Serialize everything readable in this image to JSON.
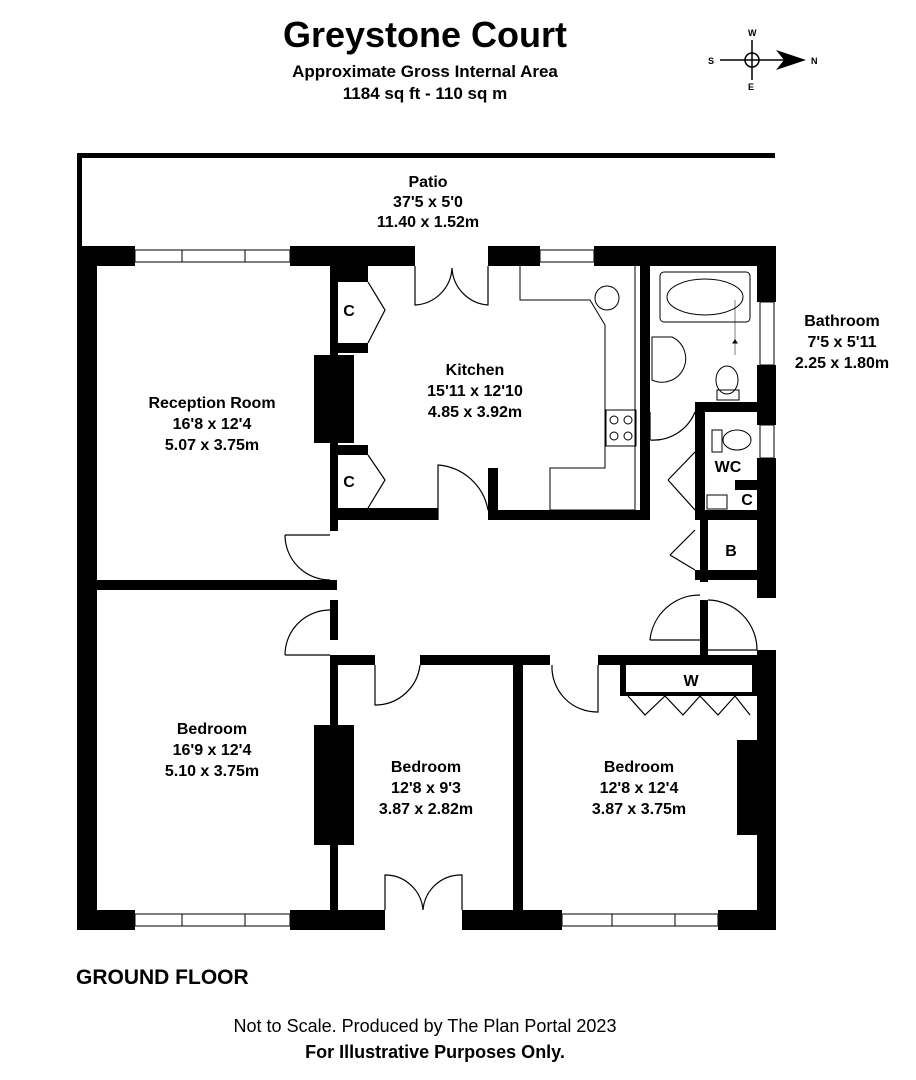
{
  "header": {
    "title": "Greystone Court",
    "area_label": "Approximate Gross Internal Area",
    "area_value": "1184 sq ft - 110 sq m"
  },
  "compass": {
    "w": "W",
    "s": "S",
    "n": "N",
    "e": "E"
  },
  "rooms": {
    "patio": {
      "name": "Patio",
      "imperial": "37'5 x 5'0",
      "metric": "11.40 x 1.52m"
    },
    "reception": {
      "name": "Reception Room",
      "imperial": "16'8 x 12'4",
      "metric": "5.07 x 3.75m"
    },
    "kitchen": {
      "name": "Kitchen",
      "imperial": "15'11 x 12'10",
      "metric": "4.85 x 3.92m"
    },
    "bathroom": {
      "name": "Bathroom",
      "imperial": "7'5 x 5'11",
      "metric": "2.25 x 1.80m"
    },
    "bedroom1": {
      "name": "Bedroom",
      "imperial": "16'9 x 12'4",
      "metric": "5.10 x 3.75m"
    },
    "bedroom2": {
      "name": "Bedroom",
      "imperial": "12'8 x 9'3",
      "metric": "3.87 x 2.82m"
    },
    "bedroom3": {
      "name": "Bedroom",
      "imperial": "12'8 x 12'4",
      "metric": "3.87 x 3.75m"
    }
  },
  "small_labels": {
    "cupboard": "C",
    "wc": "WC",
    "boiler": "B",
    "wardrobe": "W"
  },
  "footer": {
    "floor": "GROUND FLOOR",
    "line1": "Not to Scale. Produced by The Plan Portal 2023",
    "line2": "For Illustrative Purposes Only."
  }
}
